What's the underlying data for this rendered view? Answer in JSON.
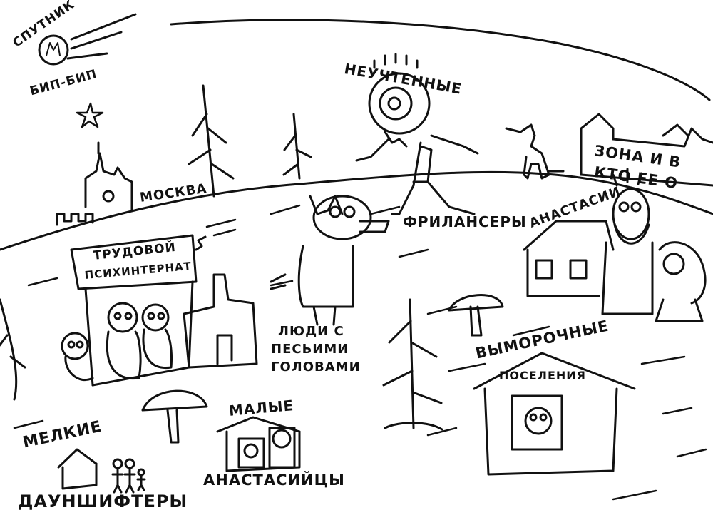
{
  "labels": {
    "sputnik": "СПУТНИК",
    "beep": "БИП-БИП",
    "moscow": "МОСКВА",
    "unaccounted": "НЕУЧТЕННЫЕ",
    "freelancers": "ФРИЛАНСЕРЫ",
    "zone_line1": "ЗОНА И В",
    "zone_line2": "КТО ЕЕ О",
    "anastasians": "АНАСТАСИИ",
    "labor_line1": "ТРУДОВОЙ",
    "labor_line2": "ПСИХИНТЕРНАТ",
    "dog_heads_line1": "ЛЮДИ С",
    "dog_heads_line2": "ПЕСЬИМИ",
    "dog_heads_line3": "ГОЛОВАМИ",
    "escheated_line1": "ВЫМОРОЧНЫЕ",
    "escheated_line2": "ПОСЕЛЕНИЯ",
    "small_line1": "МАЛЫЕ",
    "small_line2": "АНАСТАСИЙЦЫ",
    "petty_line1": "МЕЛКИЕ",
    "petty_line2": "ДАУНШИФТЕРЫ"
  },
  "colors": {
    "ink": "#111111",
    "paper": "#ffffff"
  }
}
